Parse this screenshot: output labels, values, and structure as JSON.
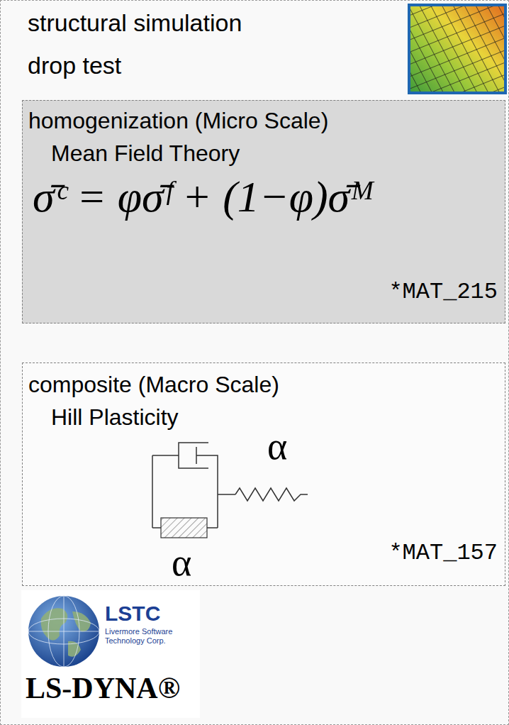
{
  "diagram": {
    "nodes": [
      {
        "text": [
          "structural simulation",
          "drop test"
        ]
      },
      {
        "text": [
          "homogenization (Micro Scale)",
          "Mean Field Theory",
          "σ̄ᶜ = φσ̄ᶠ + (1−φ)σ̄ᴹ",
          "*MAT_215"
        ],
        "in": 0
      },
      {
        "text": [
          "composite (Macro Scale)",
          "Hill Plasticity",
          "α",
          "α",
          "*MAT_157"
        ],
        "in": 0
      }
    ],
    "labels": [
      "LSTC",
      "Livermore Software Technology Corp.",
      "LS-DYNA®"
    ]
  }
}
